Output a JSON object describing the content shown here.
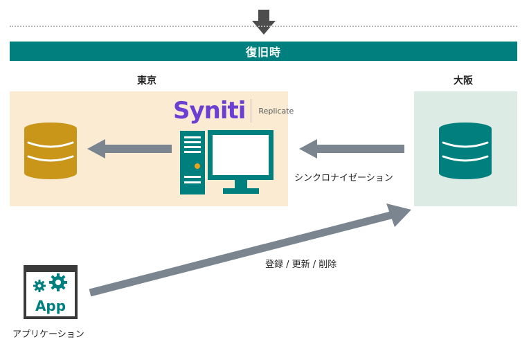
{
  "banner": {
    "title": "復旧時"
  },
  "regions": {
    "tokyo": "東京",
    "osaka": "大阪"
  },
  "brand": {
    "name": "Syniti",
    "product": "Replicate"
  },
  "edges": {
    "sync": "シンクロナイゼーション",
    "crud": "登録 / 更新 / 削除"
  },
  "app": {
    "icon_text": "App",
    "caption": "アプリケーション"
  },
  "icons": {
    "top_arrow": "down-arrow-icon",
    "tokyo_db": "database-icon",
    "osaka_db": "database-icon",
    "server": "computer-icon",
    "app": "app-icon"
  },
  "colors": {
    "teal": "#007f7f",
    "gold": "#c9961a",
    "arrow_gray": "#7a8590",
    "tokyo_bg": "#faebd2",
    "osaka_bg": "#dcebe4",
    "brand_purple": "#6a3fd1"
  }
}
